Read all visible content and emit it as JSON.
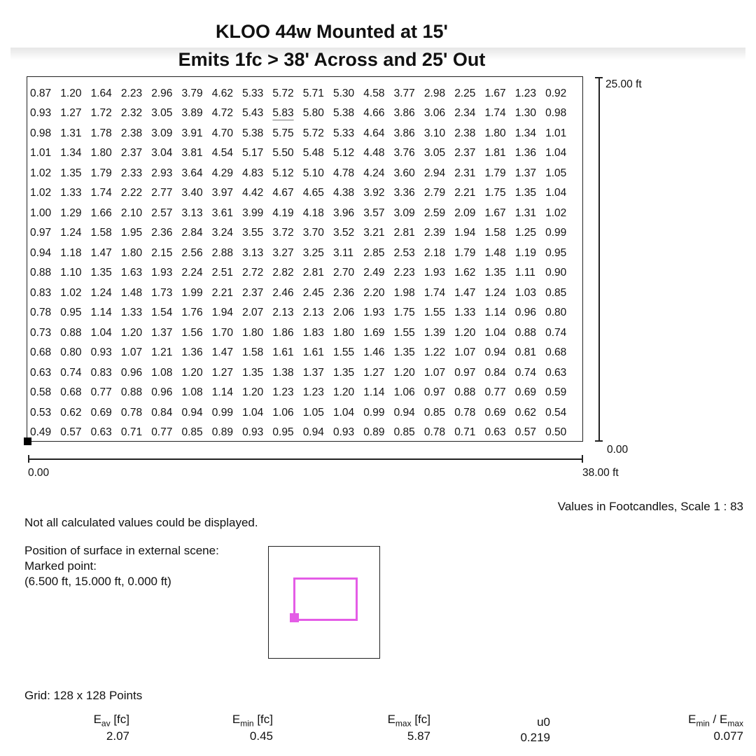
{
  "title": {
    "line1": "KLOO 44w Mounted at 15'",
    "line2": "Emits 1fc > 38' Across and 25' Out"
  },
  "grid": {
    "max_marker": {
      "row": 1,
      "col": 8
    },
    "rows": [
      [
        "0.87",
        "1.20",
        "1.64",
        "2.23",
        "2.96",
        "3.79",
        "4.62",
        "5.33",
        "5.72",
        "5.71",
        "5.30",
        "4.58",
        "3.77",
        "2.98",
        "2.25",
        "1.67",
        "1.23",
        "0.92"
      ],
      [
        "0.93",
        "1.27",
        "1.72",
        "2.32",
        "3.05",
        "3.89",
        "4.72",
        "5.43",
        "5.83",
        "5.80",
        "5.38",
        "4.66",
        "3.86",
        "3.06",
        "2.34",
        "1.74",
        "1.30",
        "0.98"
      ],
      [
        "0.98",
        "1.31",
        "1.78",
        "2.38",
        "3.09",
        "3.91",
        "4.70",
        "5.38",
        "5.75",
        "5.72",
        "5.33",
        "4.64",
        "3.86",
        "3.10",
        "2.38",
        "1.80",
        "1.34",
        "1.01"
      ],
      [
        "1.01",
        "1.34",
        "1.80",
        "2.37",
        "3.04",
        "3.81",
        "4.54",
        "5.17",
        "5.50",
        "5.48",
        "5.12",
        "4.48",
        "3.76",
        "3.05",
        "2.37",
        "1.81",
        "1.36",
        "1.04"
      ],
      [
        "1.02",
        "1.35",
        "1.79",
        "2.33",
        "2.93",
        "3.64",
        "4.29",
        "4.83",
        "5.12",
        "5.10",
        "4.78",
        "4.24",
        "3.60",
        "2.94",
        "2.31",
        "1.79",
        "1.37",
        "1.05"
      ],
      [
        "1.02",
        "1.33",
        "1.74",
        "2.22",
        "2.77",
        "3.40",
        "3.97",
        "4.42",
        "4.67",
        "4.65",
        "4.38",
        "3.92",
        "3.36",
        "2.79",
        "2.21",
        "1.75",
        "1.35",
        "1.04"
      ],
      [
        "1.00",
        "1.29",
        "1.66",
        "2.10",
        "2.57",
        "3.13",
        "3.61",
        "3.99",
        "4.19",
        "4.18",
        "3.96",
        "3.57",
        "3.09",
        "2.59",
        "2.09",
        "1.67",
        "1.31",
        "1.02"
      ],
      [
        "0.97",
        "1.24",
        "1.58",
        "1.95",
        "2.36",
        "2.84",
        "3.24",
        "3.55",
        "3.72",
        "3.70",
        "3.52",
        "3.21",
        "2.81",
        "2.39",
        "1.94",
        "1.58",
        "1.25",
        "0.99"
      ],
      [
        "0.94",
        "1.18",
        "1.47",
        "1.80",
        "2.15",
        "2.56",
        "2.88",
        "3.13",
        "3.27",
        "3.25",
        "3.11",
        "2.85",
        "2.53",
        "2.18",
        "1.79",
        "1.48",
        "1.19",
        "0.95"
      ],
      [
        "0.88",
        "1.10",
        "1.35",
        "1.63",
        "1.93",
        "2.24",
        "2.51",
        "2.72",
        "2.82",
        "2.81",
        "2.70",
        "2.49",
        "2.23",
        "1.93",
        "1.62",
        "1.35",
        "1.11",
        "0.90"
      ],
      [
        "0.83",
        "1.02",
        "1.24",
        "1.48",
        "1.73",
        "1.99",
        "2.21",
        "2.37",
        "2.46",
        "2.45",
        "2.36",
        "2.20",
        "1.98",
        "1.74",
        "1.47",
        "1.24",
        "1.03",
        "0.85"
      ],
      [
        "0.78",
        "0.95",
        "1.14",
        "1.33",
        "1.54",
        "1.76",
        "1.94",
        "2.07",
        "2.13",
        "2.13",
        "2.06",
        "1.93",
        "1.75",
        "1.55",
        "1.33",
        "1.14",
        "0.96",
        "0.80"
      ],
      [
        "0.73",
        "0.88",
        "1.04",
        "1.20",
        "1.37",
        "1.56",
        "1.70",
        "1.80",
        "1.86",
        "1.83",
        "1.80",
        "1.69",
        "1.55",
        "1.39",
        "1.20",
        "1.04",
        "0.88",
        "0.74"
      ],
      [
        "0.68",
        "0.80",
        "0.93",
        "1.07",
        "1.21",
        "1.36",
        "1.47",
        "1.58",
        "1.61",
        "1.61",
        "1.55",
        "1.46",
        "1.35",
        "1.22",
        "1.07",
        "0.94",
        "0.81",
        "0.68"
      ],
      [
        "0.63",
        "0.74",
        "0.83",
        "0.96",
        "1.08",
        "1.20",
        "1.27",
        "1.35",
        "1.38",
        "1.37",
        "1.35",
        "1.27",
        "1.20",
        "1.07",
        "0.97",
        "0.84",
        "0.74",
        "0.63"
      ],
      [
        "0.58",
        "0.68",
        "0.77",
        "0.88",
        "0.96",
        "1.08",
        "1.14",
        "1.20",
        "1.23",
        "1.23",
        "1.20",
        "1.14",
        "1.06",
        "0.97",
        "0.88",
        "0.77",
        "0.69",
        "0.59"
      ],
      [
        "0.53",
        "0.62",
        "0.69",
        "0.78",
        "0.84",
        "0.94",
        "0.99",
        "1.04",
        "1.06",
        "1.05",
        "1.04",
        "0.99",
        "0.94",
        "0.85",
        "0.78",
        "0.69",
        "0.62",
        "0.54"
      ],
      [
        "0.49",
        "0.57",
        "0.63",
        "0.71",
        "0.77",
        "0.85",
        "0.89",
        "0.93",
        "0.95",
        "0.94",
        "0.93",
        "0.89",
        "0.85",
        "0.78",
        "0.71",
        "0.63",
        "0.57",
        "0.50"
      ]
    ]
  },
  "axes": {
    "y_top": "25.00 ft",
    "y_bottom": "0.00",
    "x_left": "0.00",
    "x_right": "38.00 ft"
  },
  "scale_note": "Values in Footcandles, Scale 1 : 83",
  "warning": "Not all calculated values could be displayed.",
  "position": {
    "line1": "Position of surface in external scene:",
    "line2": "Marked point:",
    "line3": "(6.500 ft, 15.000 ft, 0.000 ft)"
  },
  "scene_color": "#e45ce6",
  "grid_info": "Grid: 128 x 128 Points",
  "stats": {
    "eav": {
      "main": "E",
      "sub": "av",
      "unit": " [fc]",
      "value": "2.07"
    },
    "emin": {
      "main": "E",
      "sub": "min",
      "unit": " [fc]",
      "value": "0.45"
    },
    "emax": {
      "main": "E",
      "sub": "max",
      "unit": " [fc]",
      "value": "5.87"
    },
    "u0": {
      "label": "u0",
      "value": "0.219"
    },
    "ratio": {
      "main": "E",
      "sub": "min",
      "sep": " / E",
      "sub2": "max",
      "value": "0.077"
    }
  }
}
